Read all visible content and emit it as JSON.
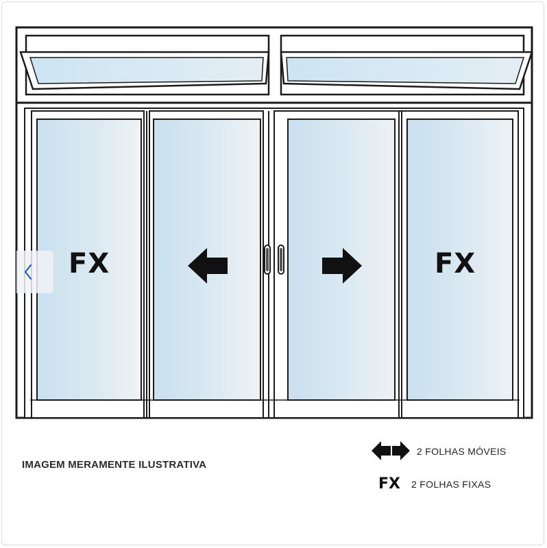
{
  "panels": [
    {
      "label": "FX"
    },
    {
      "label": ""
    },
    {
      "label": ""
    },
    {
      "label": "FX"
    }
  ],
  "caption": "IMAGEM MERAMENTE ILUSTRATIVA",
  "legend": {
    "movable_text": "2 FOLHAS MÓVEIS",
    "fixed_symbol": "FX",
    "fixed_text": "2 FOLHAS FIXAS"
  },
  "icons": {
    "prev": "chevron-left-icon",
    "left_arrow": "arrow-left-icon",
    "right_arrow": "arrow-right-icon",
    "double_arrow": "double-arrow-icon",
    "handles": "handle-icon"
  },
  "colors": {
    "glass": "#cfe3f0",
    "glass_light": "#e9f1f6",
    "frame": "#1a1a1a",
    "accent": "#1a5fb4"
  }
}
